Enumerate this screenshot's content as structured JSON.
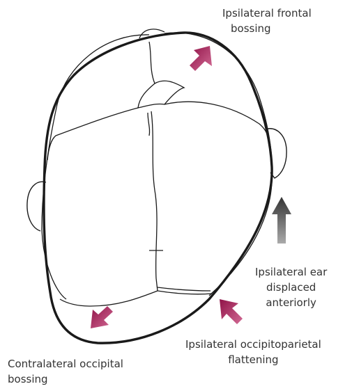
{
  "labels": {
    "frontal_bossing": [
      "Ipsilateral frontal",
      "bossing"
    ],
    "ear_displaced": [
      "Ipsilateral ear",
      "displaced",
      "anteriorly"
    ],
    "occipitoparietal_flattening": [
      "Ipsilateral occipitoparietal",
      "flattening"
    ],
    "contralateral_occipital_bossing": [
      "Contralateral occipital",
      "bossing"
    ]
  },
  "colors": {
    "outline": "#1a1a1a",
    "pink_arrow": "#b0185a",
    "grey_arrow": "#555555",
    "text": "#333333"
  }
}
